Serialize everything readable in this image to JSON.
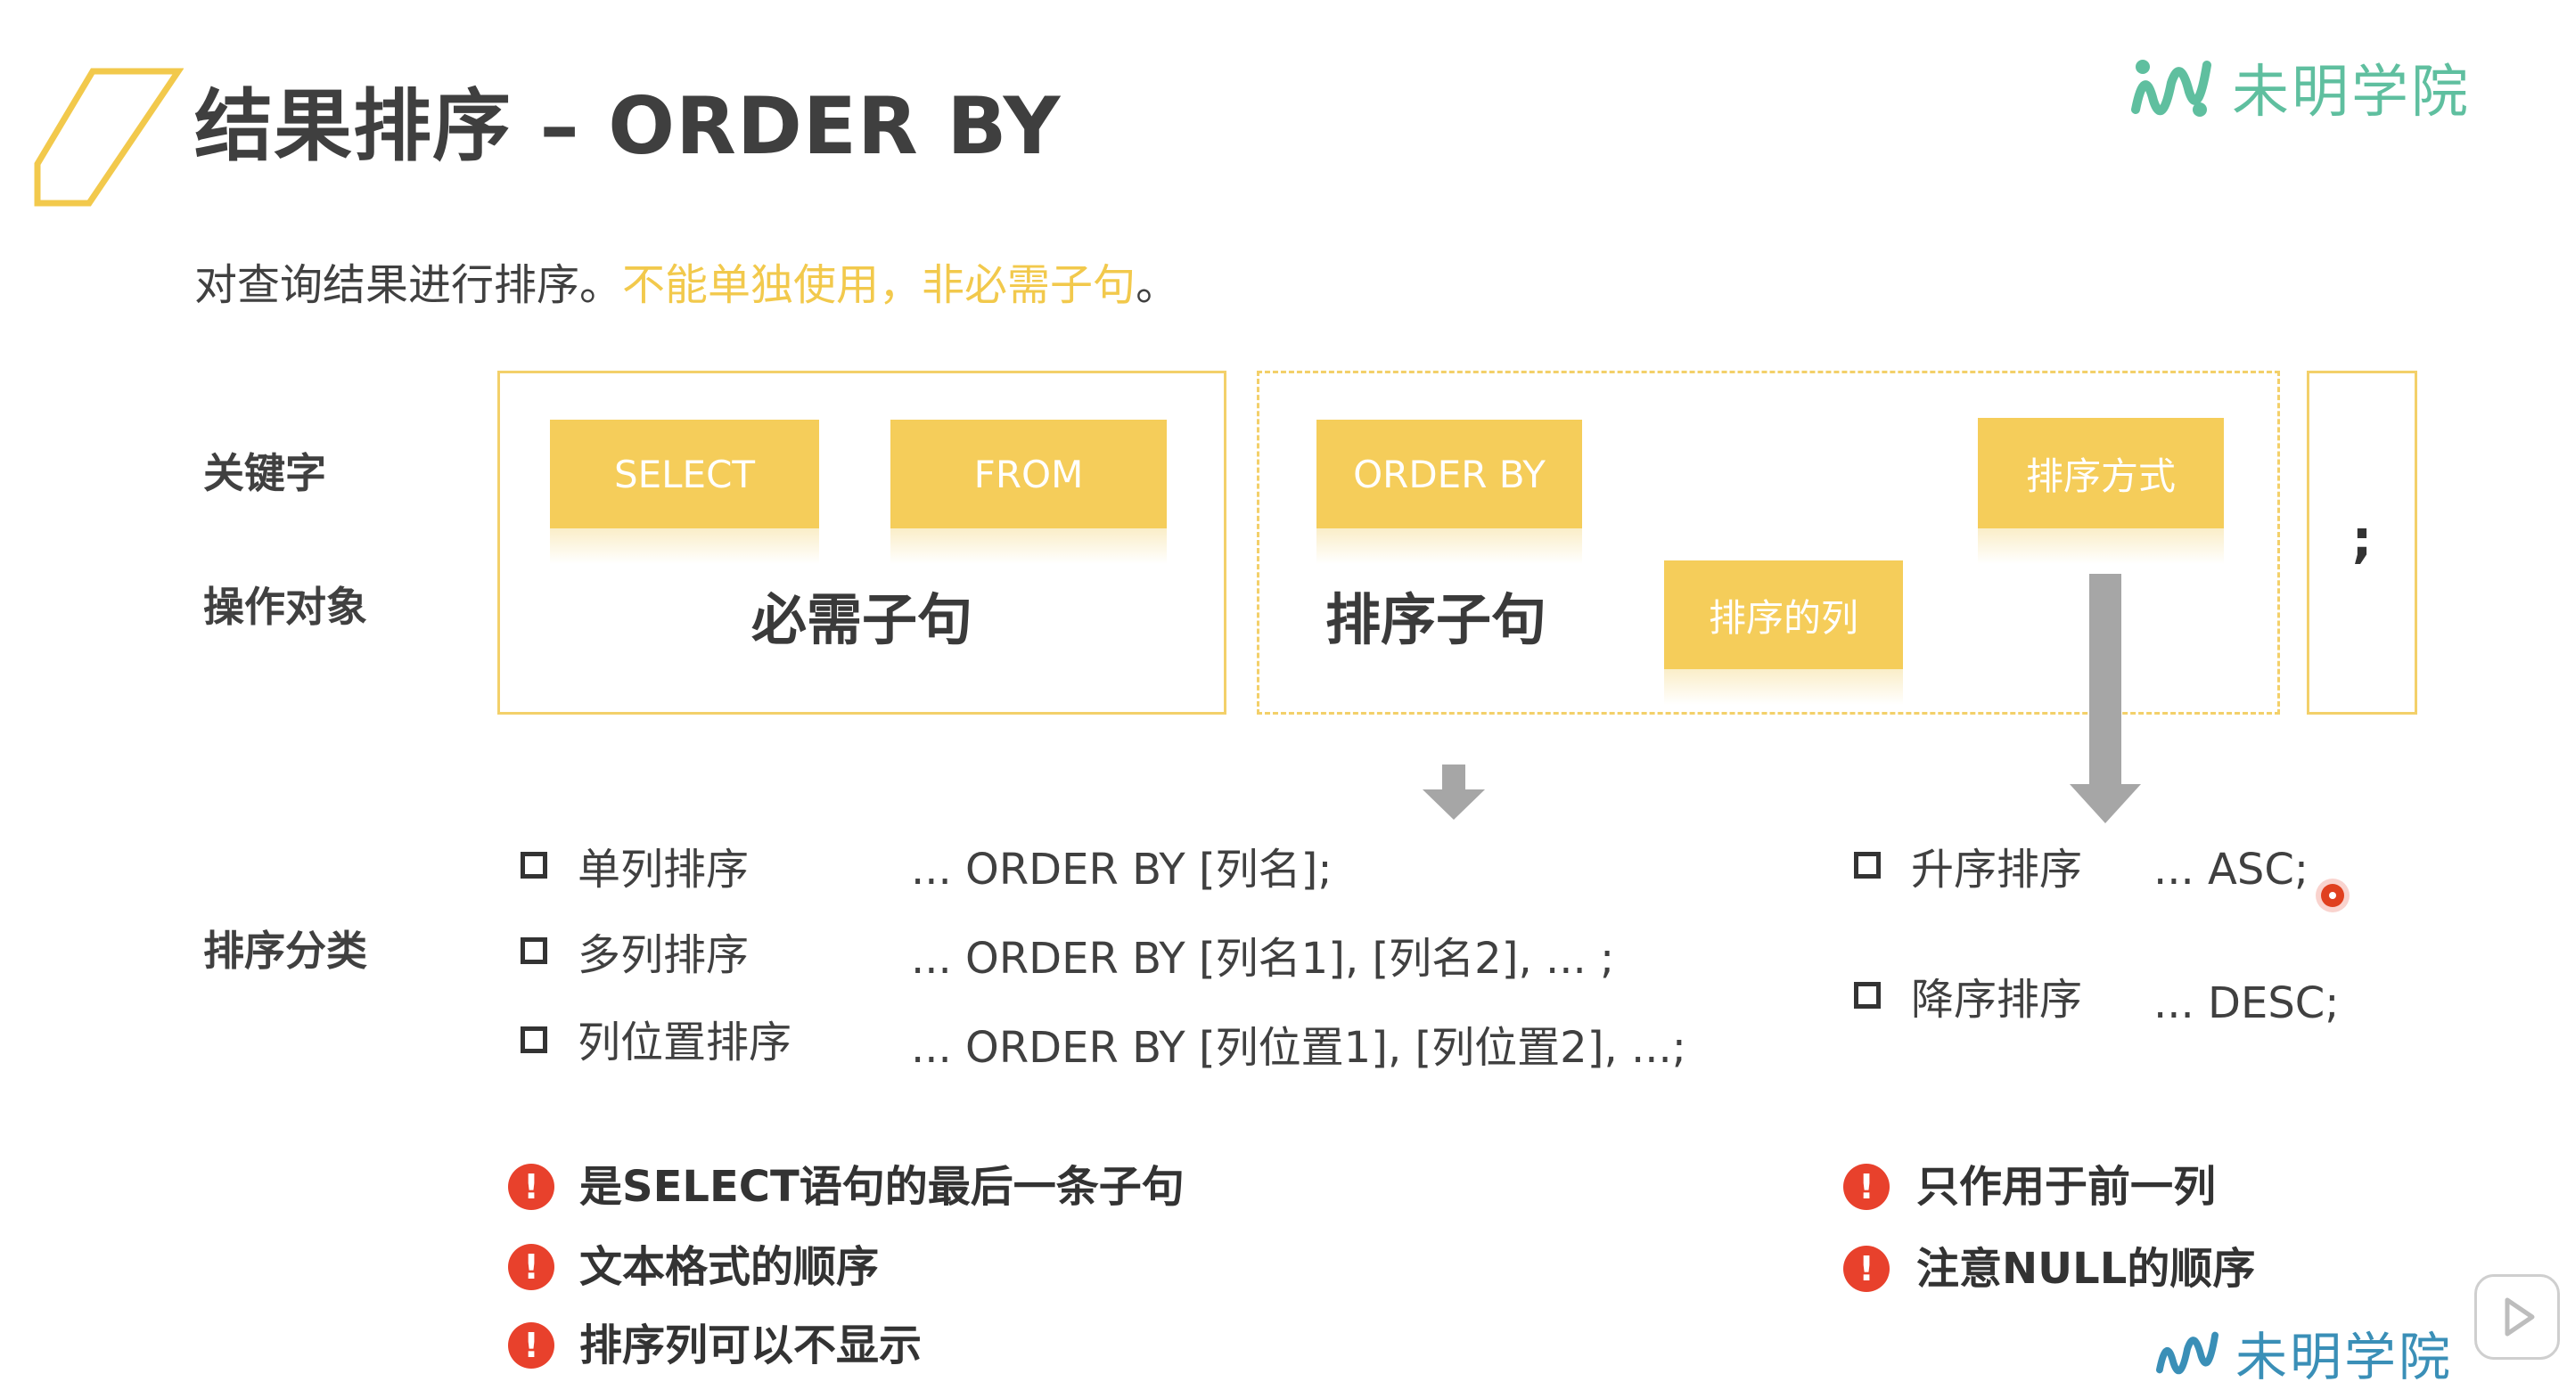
{
  "header": {
    "title": "结果排序 – ORDER BY",
    "subtitle_plain": "对查询结果进行排序。",
    "subtitle_highlight_1": "不能单独使用",
    "subtitle_sep": "，",
    "subtitle_highlight_2": "非必需子句",
    "subtitle_end": "。"
  },
  "brand": {
    "name": "未明学院",
    "icon": "brand-logo-icon"
  },
  "row_labels": {
    "keyword": "关键字",
    "operand": "操作对象",
    "category": "排序分类"
  },
  "required_box": {
    "chips": [
      "SELECT",
      "FROM"
    ],
    "clause": "必需子句"
  },
  "order_box": {
    "chip_order_by": "ORDER BY",
    "chip_sort_method": "排序方式",
    "chip_sort_column": "排序的列",
    "clause": "排序子句"
  },
  "semicolon": ";",
  "sort_types": [
    {
      "name": "单列排序",
      "syntax": "... ORDER BY [列名];"
    },
    {
      "name": "多列排序",
      "syntax": "... ORDER BY [列名1], [列名2], ... ;"
    },
    {
      "name": "列位置排序",
      "syntax": "... ORDER BY [列位置1], [列位置2], ...;"
    }
  ],
  "sort_directions": [
    {
      "name": "升序排序",
      "syntax": "... ASC;"
    },
    {
      "name": "降序排序",
      "syntax": "... DESC;"
    }
  ],
  "notes_left": [
    "是SELECT语句的最后一条子句",
    "文本格式的顺序",
    "排序列可以不显示"
  ],
  "notes_right": [
    "只作用于前一列",
    "注意NULL的顺序"
  ],
  "colors": {
    "accent_yellow": "#f5cd5a",
    "brand_green": "#5fbf9f",
    "alert_red": "#e8412c"
  }
}
